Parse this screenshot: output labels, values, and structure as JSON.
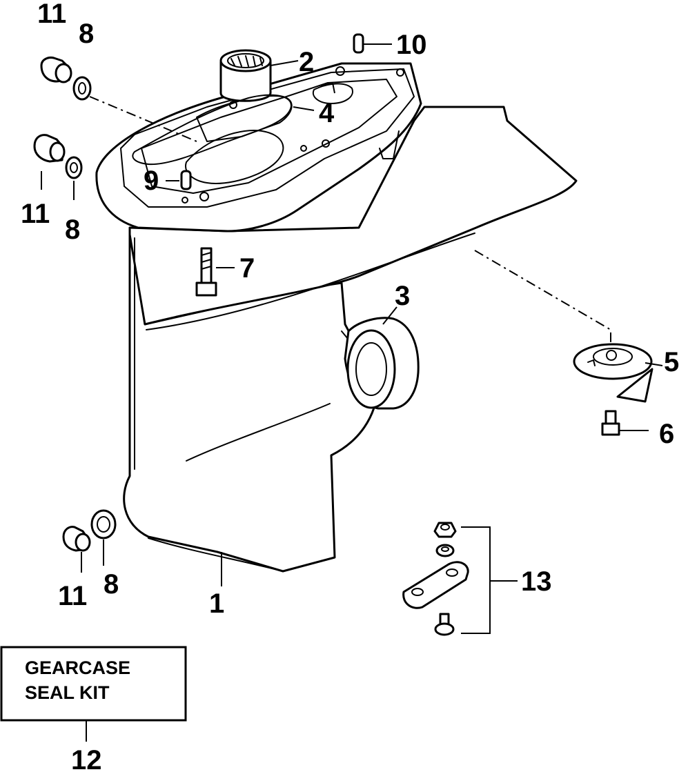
{
  "callouts": {
    "p1": "1",
    "p2": "2",
    "p3": "3",
    "p4": "4",
    "p5": "5",
    "p6": "6",
    "p7": "7",
    "p8": "8",
    "p9": "9",
    "p10": "10",
    "p11": "11",
    "p12": "12",
    "p13": "13"
  },
  "kit_box": {
    "line1": "GEARCASE",
    "line2": "SEAL KIT"
  }
}
